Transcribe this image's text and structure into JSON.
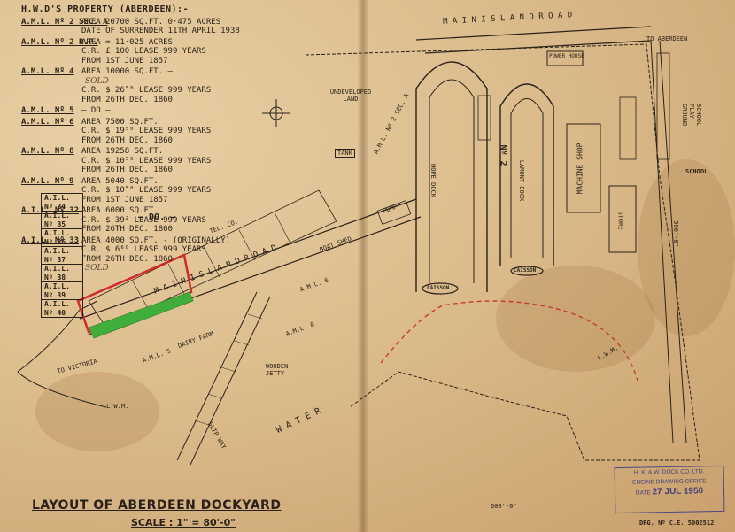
{
  "legend": {
    "title": "H.W.D'S PROPERTY (ABERDEEN):-",
    "entries": [
      {
        "code": "A.M.L. Nº 2 SEC. A",
        "lines": [
          "AREA 20700 SQ.FT. 0·475 ACRES",
          "DATE OF SURRENDER 11TH APRIL 1938"
        ],
        "note": ""
      },
      {
        "code": "A.M.L. Nº 2 R.P.",
        "lines": [
          "AREA = 11·025 ACRES",
          "C.R. £ 100 LEASE 999 YEARS",
          "FROM 1ST JUNE 1857"
        ],
        "note": ""
      },
      {
        "code": "A.M.L. Nº 4",
        "lines": [
          "AREA 10000 SQ.FT. —",
          "C.R. $ 26⁵⁰ LEASE 999 YEARS",
          "FROM 26TH DEC. 1860"
        ],
        "note": "SOLD"
      },
      {
        "code": "A.M.L. Nº 5",
        "lines": [
          "— DO —"
        ],
        "note": ""
      },
      {
        "code": "A.M.L. Nº 6",
        "lines": [
          "AREA 7500 SQ.FT.",
          "C.R. $ 19⁵⁰ LEASE 999 YEARS",
          "FROM 26TH DEC. 1860"
        ],
        "note": ""
      },
      {
        "code": "A.M.L. Nº 8",
        "lines": [
          "AREA 19258 SQ.FT.",
          "C.R. $ 10⁵⁰ LEASE 999 YEARS",
          "FROM 26TH DEC. 1860"
        ],
        "note": ""
      },
      {
        "code": "A.M.L. Nº 9",
        "lines": [
          "AREA 5040 SQ.FT.",
          "C.R. $ 10⁵⁰ LEASE 999 YEARS",
          "FROM 1ST JUNE 1857"
        ],
        "note": ""
      },
      {
        "code": "A.I.L. Nº 32",
        "lines": [
          "AREA 6000 SQ.FT.",
          "C.R. $ 39² LEASE 999 YEARS",
          "FROM 26TH DEC. 1860"
        ],
        "note": ""
      },
      {
        "code": "A.I.L. Nº 33",
        "lines": [
          "AREA 4000 SQ.FT. - (ORIGINALLY)",
          "C.R. $ 6⁶⁰ LEASE 999 YEARS",
          "FROM 26TH DEC. 1860"
        ],
        "note": "SOLD"
      }
    ],
    "ail_list": [
      "A.I.L. Nº 34",
      "A.I.L. Nº 35",
      "A.I.L. Nº 36",
      "A.I.L. Nº 37",
      "A.I.L. Nº 38",
      "A.I.L. Nº 39",
      "A.I.L. Nº 40"
    ],
    "ditto": "— DO. —"
  },
  "map": {
    "main_island_road_top": "M A I N   I S L A N D   R O A D",
    "main_island_road_bottom": "M A I N   I S L A N D   R O A D",
    "to_aberdeen": "TO ABERDEEN",
    "to_victoria": "TO VICTORIA",
    "undeveloped_land": "UNDEVELOPED LAND",
    "no2_dock": "Nº 2",
    "hope_dock": "HOPE DOCK",
    "lamont_dock": "LAMONT DOCK",
    "machine_shop": "MACHINE SHOP",
    "store": "STORE",
    "caisson": "CAISSON",
    "pump": "PUMP",
    "water": "W A T E R",
    "slip_way": "SLIP WAY",
    "dairy_farm": "DAIRY FARM",
    "wooden_jetty": "WOODEN JETTY",
    "lwm": "L.W.M.",
    "tank": "TANK",
    "boat_shed": "BOAT SHED",
    "school_playground": "SCHOOL PLAY GROUND",
    "school": "SCHOOL",
    "power_house": "POWER HOUSE",
    "aml5": "A.M.L. 5",
    "aml6": "A.M.L. 6",
    "aml8": "A.M.L. 8",
    "aml2_sec_a": "A.M.L. Nº 2 SEC. A",
    "tel_co": "TEL. CO.",
    "dim_600": "600'-0\"",
    "dim_500": "500'-0\""
  },
  "title": "LAYOUT OF ABERDEEN DOCKYARD",
  "scale": "SCALE : 1\" = 80'-0\"",
  "stamp": {
    "line1": "H. K. & W. DOCK CO. LTD.",
    "line2": "ENGINE DRAWING OFFICE",
    "date_label": "DATE",
    "date": "27 JUL 1950"
  },
  "drawing_no": "DRG. Nº C.E. 5002512"
}
